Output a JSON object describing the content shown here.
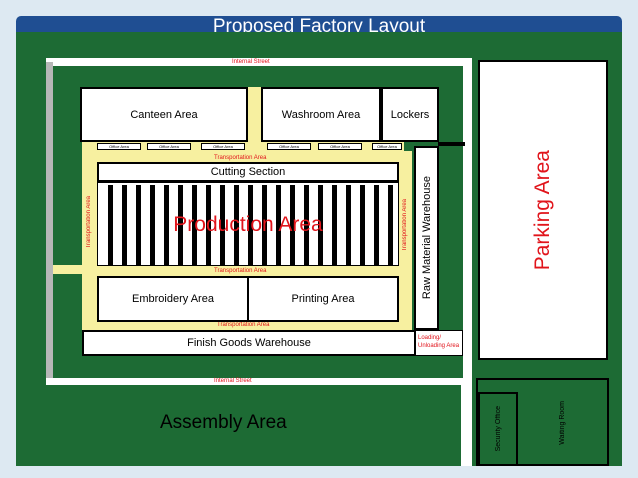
{
  "title": "Proposed Factory Layout",
  "labels": {
    "internal_street_top": "Internal Street",
    "internal_street_bottom": "Internal Street",
    "canteen": "Canteen Area",
    "washroom": "Washroom Area",
    "lockers": "Lockers",
    "office": "Office Area",
    "transport_top": "Transportation Area",
    "transport_middle": "Transportation Area",
    "transport_bottom": "Transportation Area",
    "transport_left": "Transportation Area",
    "transport_right": "Transportation Area",
    "cutting": "Cutting Section",
    "production": "Production Area",
    "raw_material": "Raw Material Warehouse",
    "embroidery": "Embroidery Area",
    "printing": "Printing Area",
    "finish_goods": "Finish Goods Warehouse",
    "loading_1": "Loading/",
    "loading_2": "Unloading Area",
    "parking": "Parking Area",
    "assembly": "Assembly Area",
    "security": "Security Office",
    "waiting": "Waiting Room"
  },
  "colors": {
    "ground": "#1d6b34",
    "title_bar": "#1f4e92",
    "transport": "#f7f0a0",
    "red_text": "#e1141b"
  }
}
